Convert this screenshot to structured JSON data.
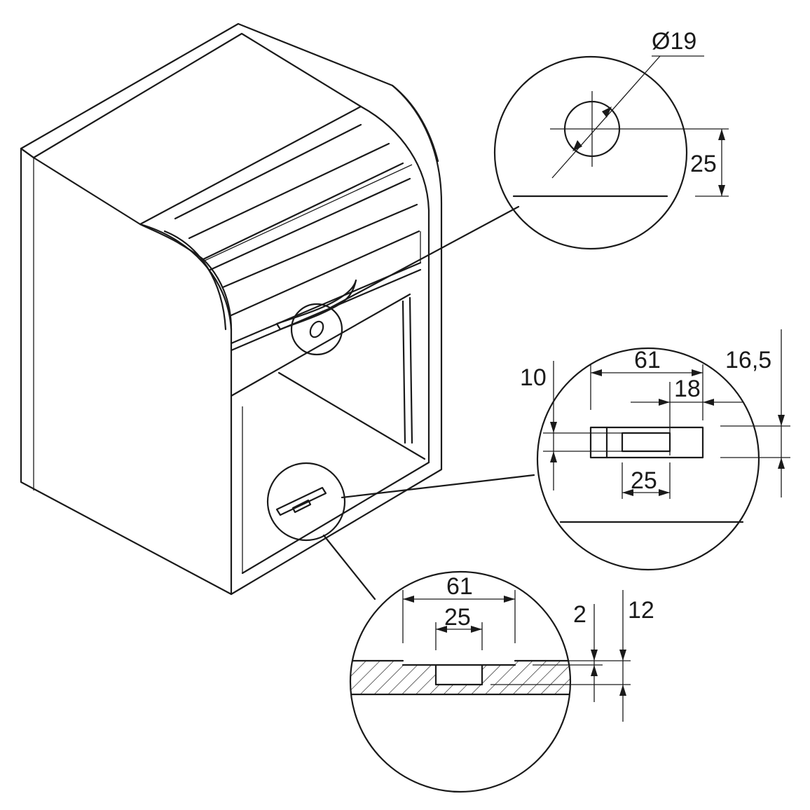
{
  "drawing": {
    "subject": "roll-front cabinet lock fitting",
    "details": [
      {
        "id": "lock-hole-detail",
        "dimensions": {
          "hole_diameter": "Ø19",
          "hole_offset": "25"
        }
      },
      {
        "id": "keeper-plate-detail",
        "dimensions": {
          "plate_length": "61",
          "offset_18": "18",
          "slot_length": "25",
          "plate_height": "10",
          "recess_height": "16,5"
        }
      },
      {
        "id": "section-detail",
        "dimensions": {
          "plate_length": "61",
          "slot_length": "25",
          "recess_depth": "2",
          "slot_depth": "12"
        }
      }
    ]
  }
}
